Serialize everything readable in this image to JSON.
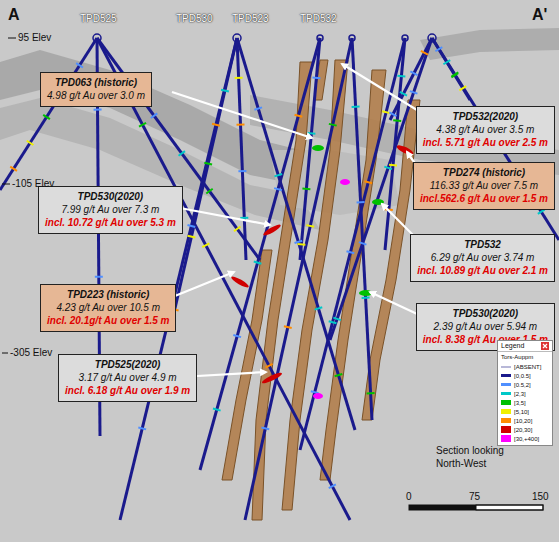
{
  "diagram": {
    "nodes": [
      {
        "text": [
          "TPD063 (historic)",
          "4.98 g/t Au over 3.0 m"
        ]
      },
      {
        "text": [
          "TPD532(2020)",
          "4.38 g/t Au over 3.5 m",
          "incl. 5.71 g/t Au over 2.5 m"
        ]
      },
      {
        "text": [
          "TPD274 (historic)",
          "116.33 g/t Au over 7.5 m",
          "incl.562.6 g/t Au over 1.5 m"
        ]
      },
      {
        "text": [
          "TPD530(2020)",
          "7.99 g/t Au over 7.3 m",
          "incl. 10.72 g/t Au over 5.3 m"
        ]
      },
      {
        "text": [
          "TPD532",
          "6.29 g/t Au over 3.74 m",
          "incl. 10.89 g/t Au over 2.1 m"
        ]
      },
      {
        "text": [
          "TPD223 (historic)",
          "4.23 g/t Au over 10.5 m",
          "incl. 20.1g/t Au over 1.5 m"
        ]
      },
      {
        "text": [
          "TPD530(2020)",
          "2.39 g/t Au over 5.94 m",
          "incl. 8.38 g/t Au over 1.5 m"
        ]
      },
      {
        "text": [
          "TPD525(2020)",
          "3.17 g/t Au over 4.9 m",
          "incl. 6.18 g/t Au over 1.9 m"
        ]
      }
    ],
    "labels": [
      "A",
      "A'",
      "TPD525",
      "TPD530",
      "TPD523",
      "TPD532",
      "95 Elev",
      "-105 Elev",
      "-305 Elev",
      "Section looking North-West",
      "0",
      "75",
      "150",
      "Legend",
      "Tors-Auppm"
    ],
    "legend": [
      {
        "text": "[ABSENT]",
        "color": "#b8b8d8"
      },
      {
        "text": "[0,0.5]",
        "color": "#1a1a8c"
      },
      {
        "text": "[0.5,2]",
        "color": "#4f8fff"
      },
      {
        "text": "[2,3]",
        "color": "#00c8c8"
      },
      {
        "text": "[3,5]",
        "color": "#00c000"
      },
      {
        "text": "[5,10]",
        "color": "#f0f000"
      },
      {
        "text": "[10,20]",
        "color": "#ff8c00"
      },
      {
        "text": "[20,30]",
        "color": "#d00000"
      },
      {
        "text": "[30,+400]",
        "color": "#ff00ff"
      }
    ]
  }
}
